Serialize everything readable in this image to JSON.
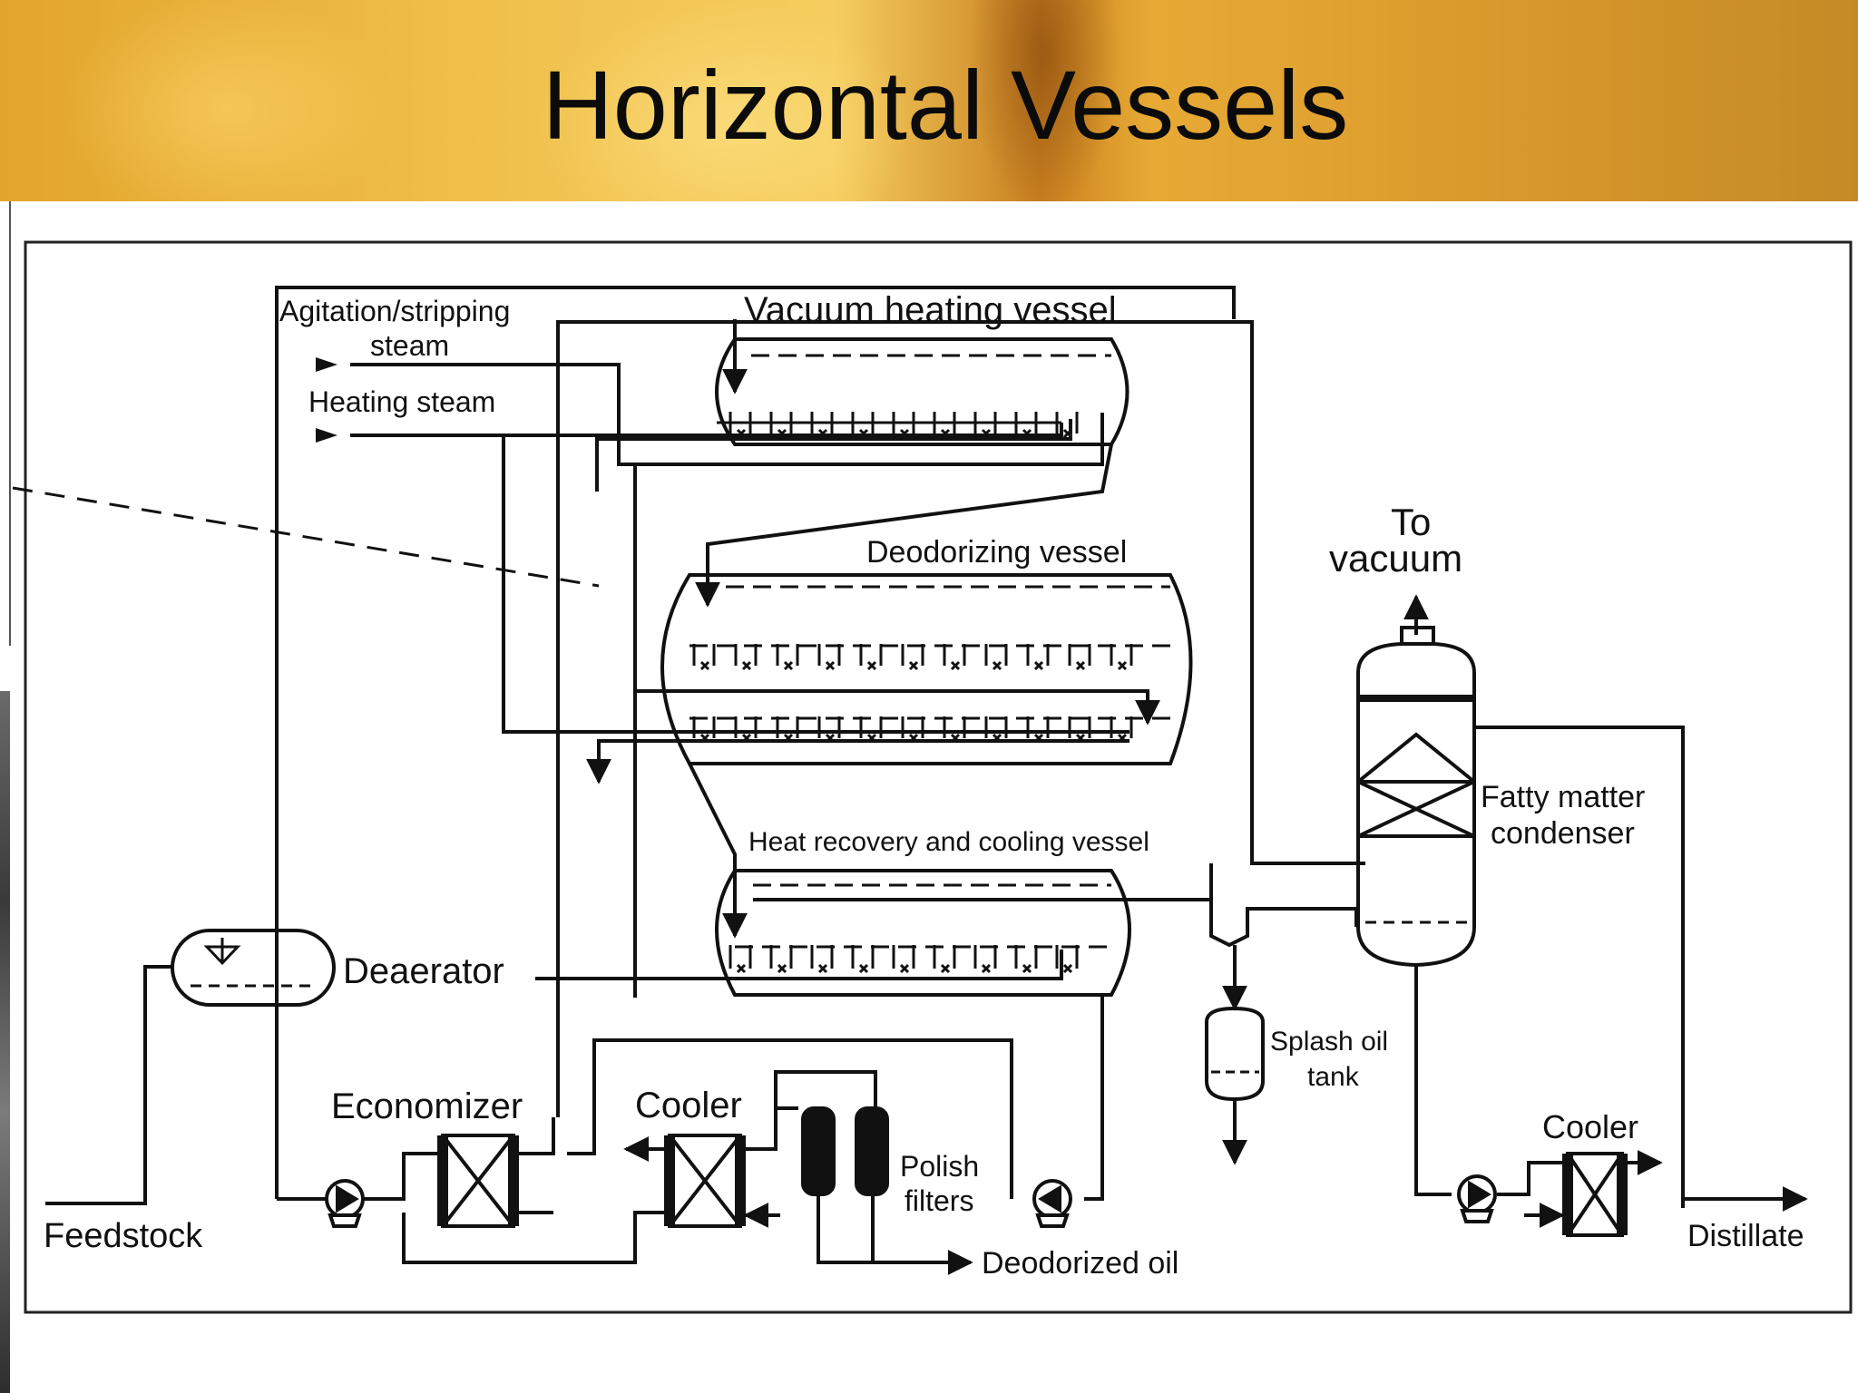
{
  "title": "Horizontal Vessels",
  "diagram": {
    "labels": {
      "agitation_line1": "Agitation/stripping",
      "agitation_line2": "steam",
      "heating_steam": "Heating steam",
      "vacuum_heating_vessel": "Vacuum heating vessel",
      "deodorizing_vessel": "Deodorizing vessel",
      "heat_recovery_vessel": "Heat recovery and cooling vessel",
      "to_line1": "To",
      "to_line2": "vacuum",
      "fatty_line1": "Fatty matter",
      "fatty_line2": "condenser",
      "deaerator": "Deaerator",
      "splash_line1": "Splash oil",
      "splash_line2": "tank",
      "economizer": "Economizer",
      "cooler_left": "Cooler",
      "polish_line1": "Polish",
      "polish_line2": "filters",
      "cooler_right": "Cooler",
      "feedstock": "Feedstock",
      "deodorized_oil": "Deodorized oil",
      "distillate": "Distillate"
    }
  }
}
